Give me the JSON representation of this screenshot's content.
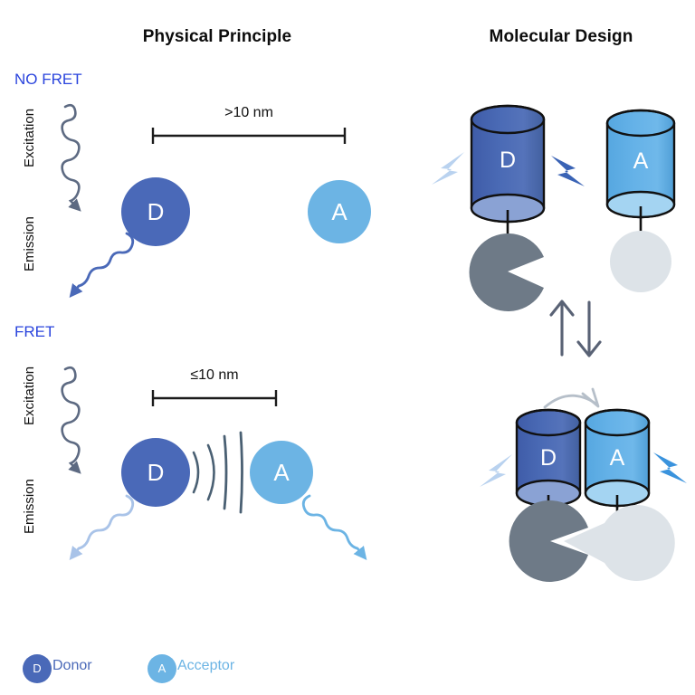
{
  "figure": {
    "columns": {
      "physical_principle": "Physical Principle",
      "molecular_design": "Molecular Design"
    },
    "states": {
      "no_fret": "NO FRET",
      "fret": "FRET"
    },
    "axis_labels": {
      "excitation": "Excitation",
      "emission": "Emission"
    },
    "distances": {
      "no_fret": ">10 nm",
      "fret": "≤10 nm"
    },
    "fluorophores": {
      "donor_letter": "D",
      "acceptor_letter": "A"
    },
    "legend": {
      "donor": {
        "marker": "D",
        "label": "Donor"
      },
      "acceptor": {
        "marker": "A",
        "label": "Acceptor"
      }
    },
    "icons": {
      "excitation_squiggle": "squiggle-arrow-icon",
      "emission_squiggle": "squiggle-arrow-icon",
      "energy_transfer_waves": "radiating-arcs-icon",
      "equilibrium_arrows": "up-down-arrows-icon",
      "binding_curve_arrow": "curved-arrow-icon",
      "excitation_bolt": "lightning-bolt-icon",
      "emission_bolt": "lightning-bolt-icon",
      "donor_barrel": "cylinder-icon",
      "acceptor_barrel": "cylinder-icon",
      "receptor_pacman": "pacman-wedge-icon",
      "ligand_ball": "ball-icon"
    },
    "colors": {
      "donor_blue": "#4a69b8",
      "acceptor_blue": "#6cb4e4",
      "donor_barrel_fill": "#4a6ab5",
      "acceptor_barrel_fill": "#63b1e6",
      "state_label_blue": "#2a44dd",
      "excitation_gray": "#5d6a82",
      "pale_blue": "#a9c3e8",
      "receptor_gray": "#6e7a87",
      "ligand_gray": "#dde3e8",
      "arrow_slate": "#596275",
      "title_black": "#0d0d0d"
    }
  }
}
